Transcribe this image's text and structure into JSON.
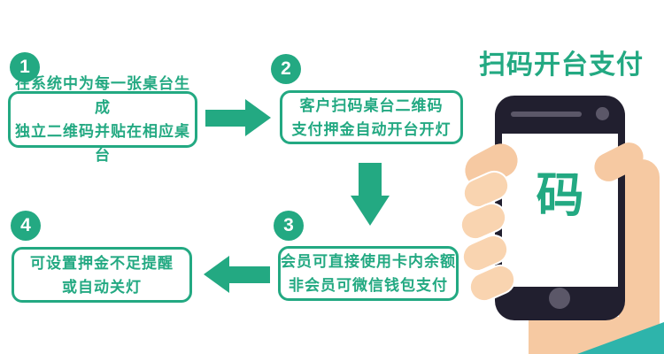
{
  "title": {
    "text": "扫码开台支付"
  },
  "steps": [
    {
      "number": "1",
      "line1": "在系统中为每一张桌台生成",
      "line2": "独立二维码并贴在相应桌台"
    },
    {
      "number": "2",
      "line1": "客户扫码桌台二维码",
      "line2": "支付押金自动开台开灯"
    },
    {
      "number": "3",
      "line1": "会员可直接使用卡内余额",
      "line2": "非会员可微信钱包支付"
    },
    {
      "number": "4",
      "line1": "可设置押金不足提醒",
      "line2": "或自动关灯"
    }
  ],
  "phone": {
    "screen_text": "码"
  },
  "icons": {
    "flow_arrows": [
      "arrow-right-icon",
      "arrow-down-icon",
      "arrow-left-icon"
    ],
    "phone_parts": [
      "speaker-bar",
      "camera-dot",
      "home-button"
    ],
    "illustration": [
      "hand-holding-phone"
    ]
  },
  "colors": {
    "green": "#23A982",
    "skin": "#F6C9A2",
    "skin_light": "#F9D4B0",
    "phone_dark": "#211F2F",
    "phone_detail_gray": "#5B5768",
    "cuff_teal": "#2EB4AB",
    "background": "#FFFFFF"
  }
}
